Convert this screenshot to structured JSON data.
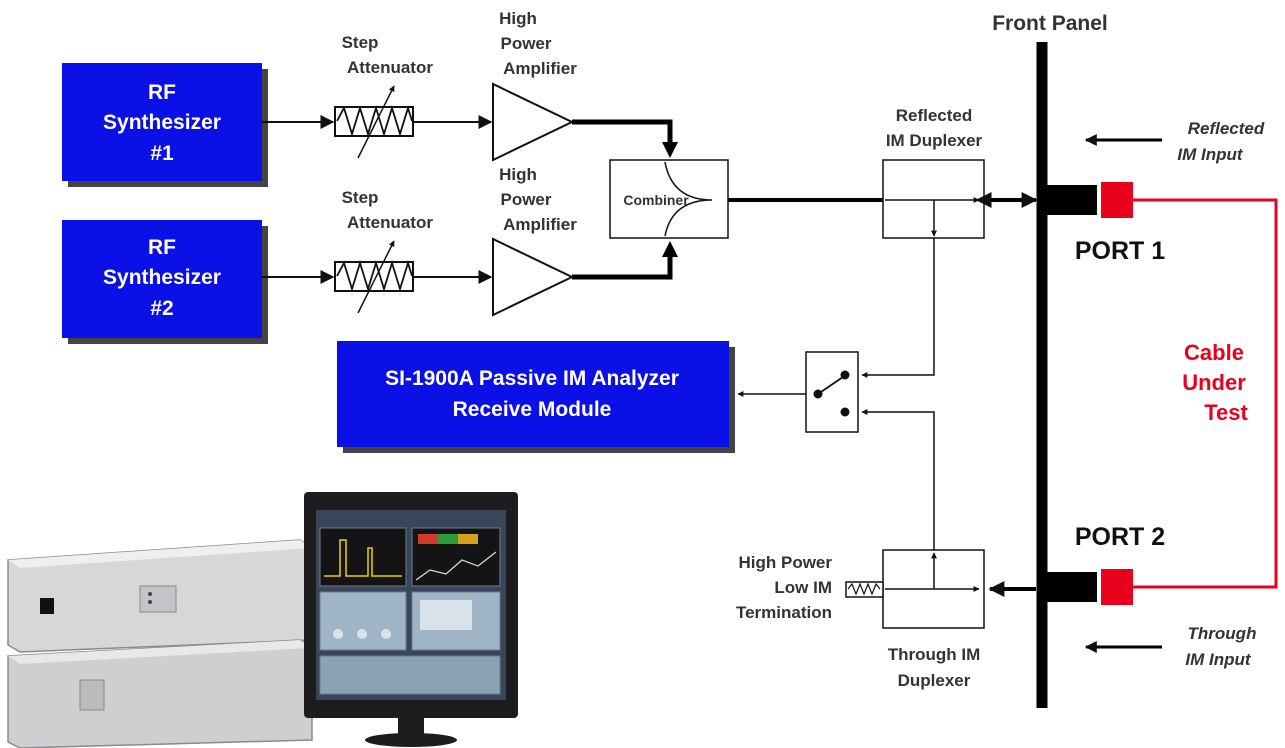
{
  "front_panel": {
    "label": "Front Panel"
  },
  "synth1": {
    "line1": "RF",
    "line2": "Synthesizer",
    "line3": "#1"
  },
  "synth2": {
    "line1": "RF",
    "line2": "Synthesizer",
    "line3": "#2"
  },
  "att1": {
    "line1": "Step",
    "line2": "Attenuator"
  },
  "att2": {
    "line1": "Step",
    "line2": "Attenuator"
  },
  "amp1": {
    "line1": "High",
    "line2": "Power",
    "line3": "Amplifier"
  },
  "amp2": {
    "line1": "High",
    "line2": "Power",
    "line3": "Amplifier"
  },
  "combiner": {
    "label": "Combiner"
  },
  "reflected_duplexer": {
    "line1": "Reflected",
    "line2": "IM Duplexer"
  },
  "through_duplexer": {
    "line1": "Through IM",
    "line2": "Duplexer"
  },
  "receive_module": {
    "line1": "SI-1900A Passive IM Analyzer",
    "line2": "Receive Module"
  },
  "termination": {
    "line1": "High Power",
    "line2": "Low IM",
    "line3": "Termination"
  },
  "port1": {
    "label": "PORT 1"
  },
  "port2": {
    "label": "PORT 2"
  },
  "reflected_input": {
    "line1": "Reflected",
    "line2": "IM Input"
  },
  "through_input": {
    "line1": "Through",
    "line2": "IM Input"
  },
  "cable": {
    "line1": "Cable",
    "line2": "Under",
    "line3": "Test"
  },
  "colors": {
    "block_fill": "#0a10e6",
    "cable_red": "#e8001c",
    "line": "#111111",
    "text": "#333333"
  }
}
